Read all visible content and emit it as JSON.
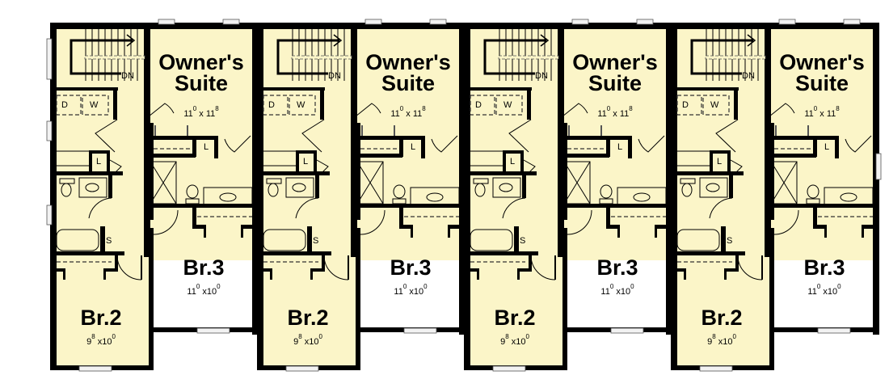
{
  "plan": {
    "type": "second floor plan",
    "unit_count": 4,
    "colors": {
      "floor": "#fbf5c8",
      "walls": "#000000",
      "windows": "#f2f2f2",
      "background": "#ffffff"
    }
  },
  "units": [
    {
      "stair_label": "DN",
      "dryer_label": "D",
      "washer_label": "W",
      "linen1_label": "L",
      "linen2_label": "L",
      "shower_label": "S",
      "owners_suite": {
        "title_line1": "Owner's",
        "title_line2": "Suite",
        "dim_w": "11",
        "dim_w_in": "0",
        "dim_x": "x",
        "dim_l": "11",
        "dim_l_in": "8"
      },
      "br3": {
        "title": "Br.3",
        "dim_w": "11",
        "dim_w_in": "0",
        "dim_x": "x",
        "dim_l": "10",
        "dim_l_in": "0"
      },
      "br2": {
        "title": "Br.2",
        "dim_w": "9",
        "dim_w_in": "8",
        "dim_x": "x",
        "dim_l": "10",
        "dim_l_in": "0"
      }
    },
    {
      "stair_label": "DN",
      "dryer_label": "D",
      "washer_label": "W",
      "linen1_label": "L",
      "linen2_label": "L",
      "shower_label": "S",
      "owners_suite": {
        "title_line1": "Owner's",
        "title_line2": "Suite",
        "dim_w": "11",
        "dim_w_in": "0",
        "dim_x": "x",
        "dim_l": "11",
        "dim_l_in": "8"
      },
      "br3": {
        "title": "Br.3",
        "dim_w": "11",
        "dim_w_in": "0",
        "dim_x": "x",
        "dim_l": "10",
        "dim_l_in": "0"
      },
      "br2": {
        "title": "Br.2",
        "dim_w": "9",
        "dim_w_in": "8",
        "dim_x": "x",
        "dim_l": "10",
        "dim_l_in": "0"
      }
    },
    {
      "stair_label": "DN",
      "dryer_label": "D",
      "washer_label": "W",
      "linen1_label": "L",
      "linen2_label": "L",
      "shower_label": "S",
      "owners_suite": {
        "title_line1": "Owner's",
        "title_line2": "Suite",
        "dim_w": "11",
        "dim_w_in": "0",
        "dim_x": "x",
        "dim_l": "11",
        "dim_l_in": "8"
      },
      "br3": {
        "title": "Br.3",
        "dim_w": "11",
        "dim_w_in": "0",
        "dim_x": "x",
        "dim_l": "10",
        "dim_l_in": "0"
      },
      "br2": {
        "title": "Br.2",
        "dim_w": "9",
        "dim_w_in": "8",
        "dim_x": "x",
        "dim_l": "10",
        "dim_l_in": "0"
      }
    },
    {
      "stair_label": "DN",
      "dryer_label": "D",
      "washer_label": "W",
      "linen1_label": "L",
      "linen2_label": "L",
      "shower_label": "S",
      "owners_suite": {
        "title_line1": "Owner's",
        "title_line2": "Suite",
        "dim_w": "11",
        "dim_w_in": "0",
        "dim_x": "x",
        "dim_l": "11",
        "dim_l_in": "8"
      },
      "br3": {
        "title": "Br.3",
        "dim_w": "11",
        "dim_w_in": "0",
        "dim_x": "x",
        "dim_l": "10",
        "dim_l_in": "0"
      },
      "br2": {
        "title": "Br.2",
        "dim_w": "9",
        "dim_w_in": "8",
        "dim_x": "x",
        "dim_l": "10",
        "dim_l_in": "0"
      }
    }
  ]
}
